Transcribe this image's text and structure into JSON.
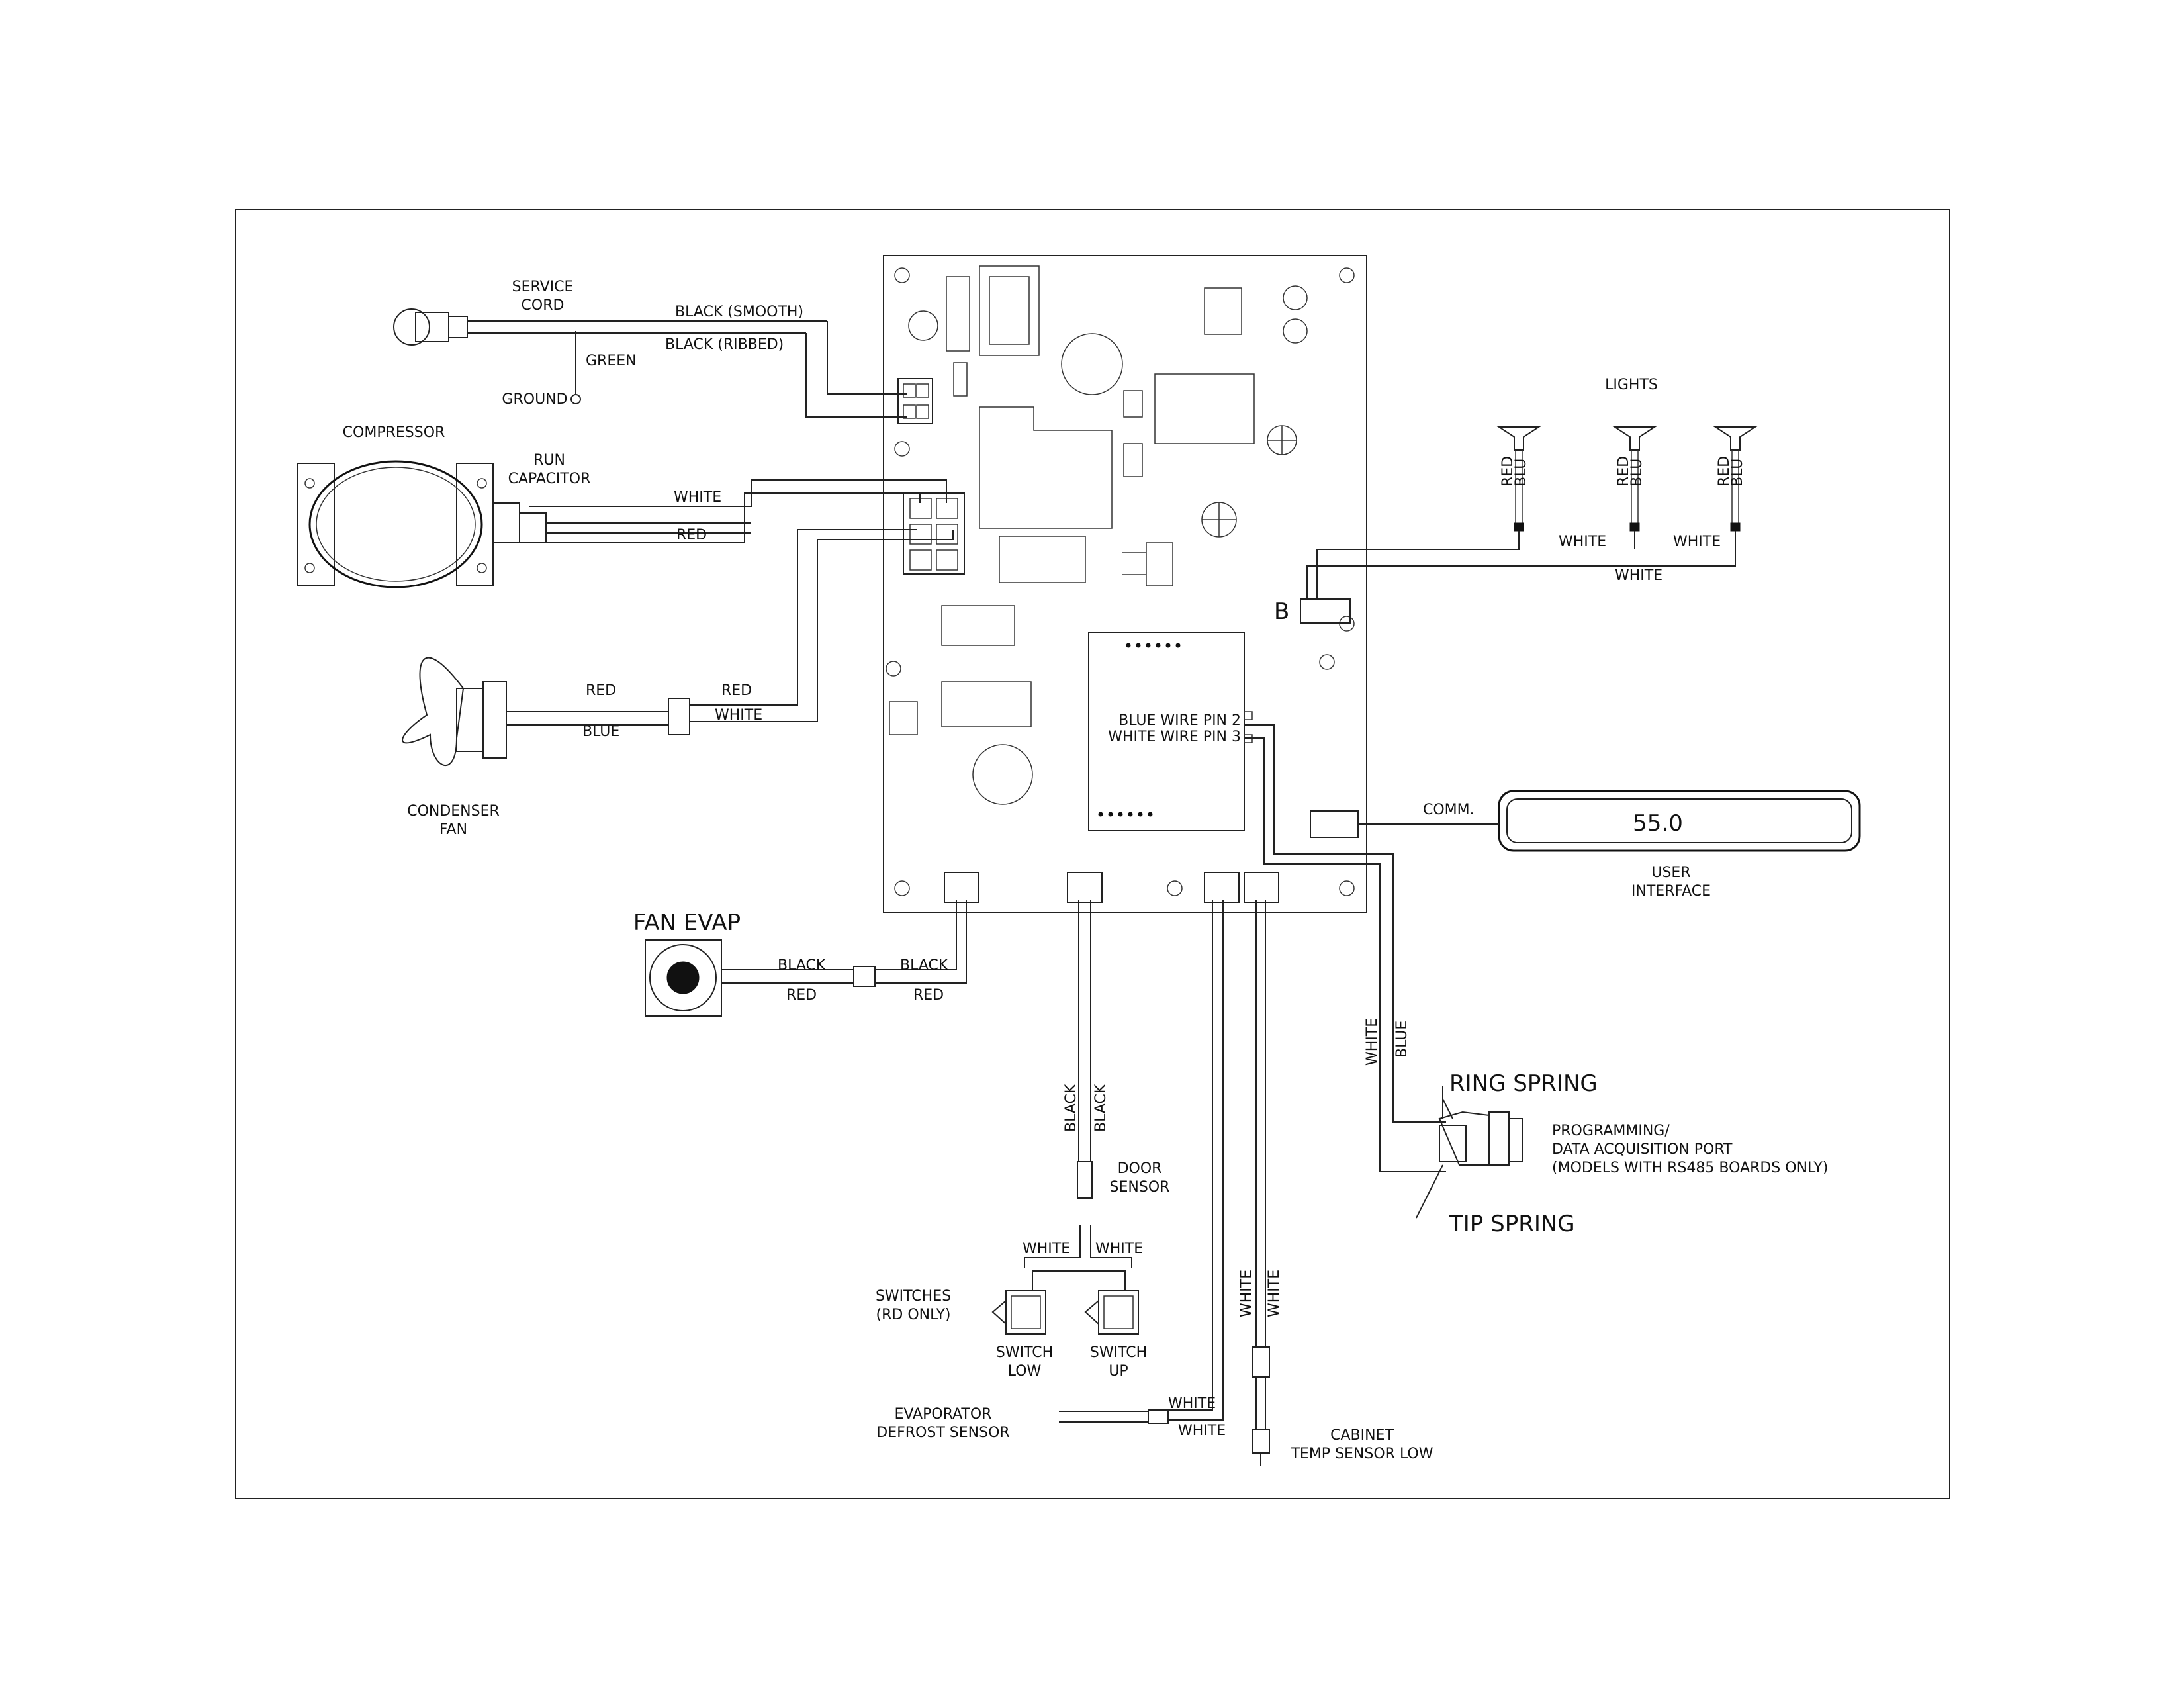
{
  "components": {
    "service_cord": "SERVICE\nCORD",
    "ground": "GROUND",
    "compressor": "COMPRESSOR",
    "run_capacitor": "RUN\nCAPACITOR",
    "condenser_fan": "CONDENSER\nFAN",
    "fan_evap": "FAN EVAP",
    "lights": "LIGHTS",
    "user_interface": "USER\nINTERFACE",
    "display_reading": "55.0",
    "ring_spring": "RING SPRING",
    "tip_spring": "TIP SPRING",
    "programming_port": "PROGRAMMING/\nDATA ACQUISITION PORT\n(MODELS WITH RS485 BOARDS ONLY)",
    "door_sensor": "DOOR\nSENSOR",
    "switches": "SWITCHES\n(RD ONLY)",
    "switch_low": "SWITCH\nLOW",
    "switch_up": "SWITCH\nUP",
    "evaporator_defrost_sensor": "EVAPORATOR\nDEFROST SENSOR",
    "cabinet_temp_sensor": "CABINET\nTEMP SENSOR LOW",
    "connector_b": "B",
    "comm": "COMM.",
    "blue_wire_pin": "BLUE WIRE PIN 2",
    "white_wire_pin": "WHITE WIRE PIN 3"
  },
  "wire_labels": {
    "black_smooth": "BLACK (SMOOTH)",
    "black_ribbed": "BLACK (RIBBED)",
    "green": "GREEN",
    "white": "WHITE",
    "red": "RED",
    "blue": "BLUE",
    "black": "BLACK",
    "blu": "BLU"
  }
}
